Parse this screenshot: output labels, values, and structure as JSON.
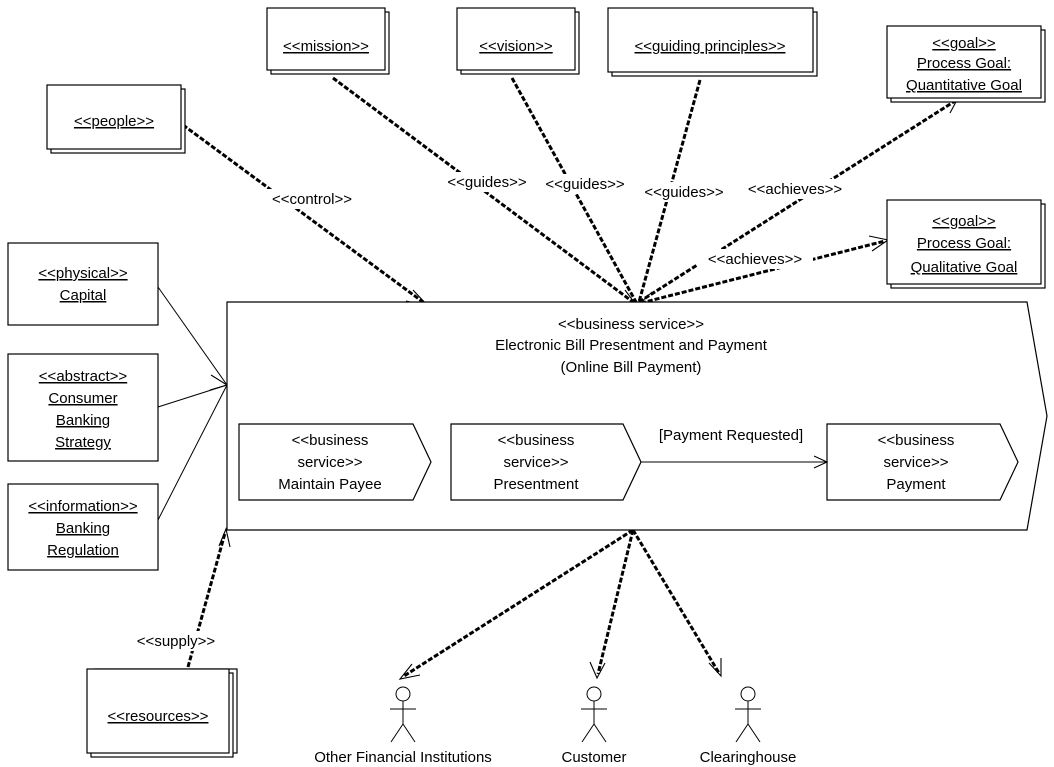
{
  "boxes": {
    "mission": [
      "<<mission>>"
    ],
    "vision": [
      "<<vision>>"
    ],
    "guiding": [
      "<<guiding principles>>"
    ],
    "goal_quant": [
      "<<goal>>",
      "Process Goal:",
      "Quantitative Goal"
    ],
    "goal_qual": [
      "<<goal>>",
      "Process Goal:",
      "Qualitative Goal"
    ],
    "people": [
      "<<people>>"
    ],
    "physical": [
      "<<physical>>",
      "Capital"
    ],
    "abstract": [
      "<<abstract>>",
      "Consumer",
      "Banking",
      "Strategy"
    ],
    "information": [
      "<<information>>",
      "Banking",
      "Regulation"
    ],
    "resources": [
      "<<resources>>"
    ]
  },
  "main_service": [
    "<<business service>>",
    "Electronic Bill Presentment and Payment",
    "(Online Bill Payment)"
  ],
  "sub_services": {
    "maintain": [
      "<<business",
      "service>>",
      "Maintain Payee"
    ],
    "presentment": [
      "<<business",
      "service>>",
      "Presentment"
    ],
    "payment": [
      "<<business",
      "service>>",
      "Payment"
    ]
  },
  "flow_label": "[Payment Requested]",
  "relations": {
    "control": "<<control>>",
    "guides": "<<guides>>",
    "achieves": "<<achieves>>",
    "supply": "<<supply>>"
  },
  "actors": {
    "ofi": "Other Financial Institutions",
    "customer": "Customer",
    "clearinghouse": "Clearinghouse"
  }
}
